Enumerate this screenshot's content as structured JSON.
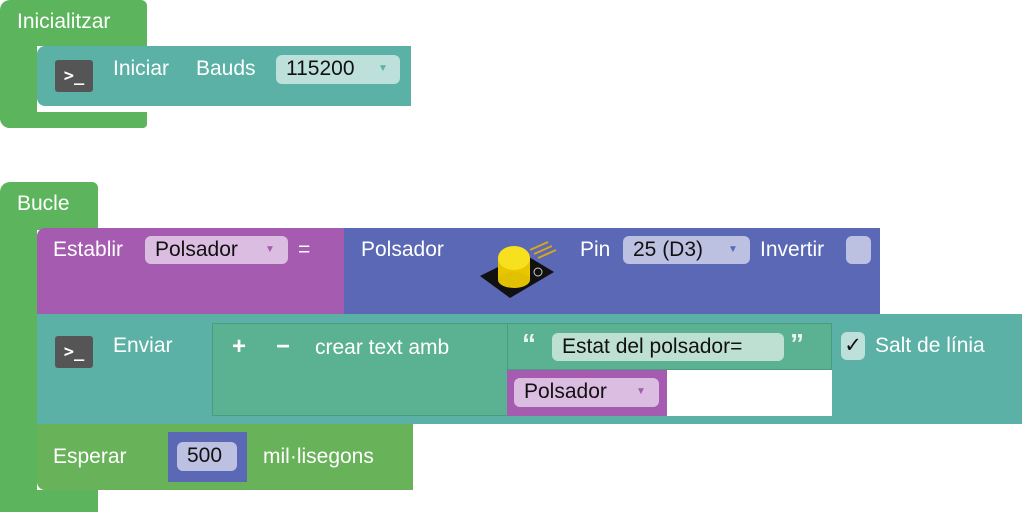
{
  "init": {
    "label": "Inicialitzar",
    "serial": {
      "label": "Iniciar",
      "bauds_label": "Bauds",
      "bauds_value": "115200",
      "icon": "terminal-icon"
    }
  },
  "loop": {
    "label": "Bucle",
    "set": {
      "label": "Establir",
      "variable": "Polsador",
      "equals": "="
    },
    "button": {
      "label": "Polsador",
      "pin_label": "Pin",
      "pin_value": "25 (D3)",
      "invert_label": "Invertir",
      "invert_checked": false,
      "image": "push-button-module"
    },
    "send": {
      "label": "Enviar",
      "icon": "terminal-icon",
      "plus": "+",
      "minus": "−",
      "join_label": "crear text amb",
      "open_quote": "“",
      "text_value": "Estat del polsador=",
      "close_quote": "”",
      "variable": "Polsador",
      "newline_check": "✓",
      "newline_label": "Salt de línia",
      "newline_checked": true
    },
    "wait": {
      "label": "Esperar",
      "value": "500",
      "unit": "mil·lisegons"
    }
  },
  "colors": {
    "control": "#5cb55c",
    "serial": "#5bb1a5",
    "variable": "#a55bb0",
    "sensor": "#5b68b5",
    "text": "#5bb293"
  }
}
